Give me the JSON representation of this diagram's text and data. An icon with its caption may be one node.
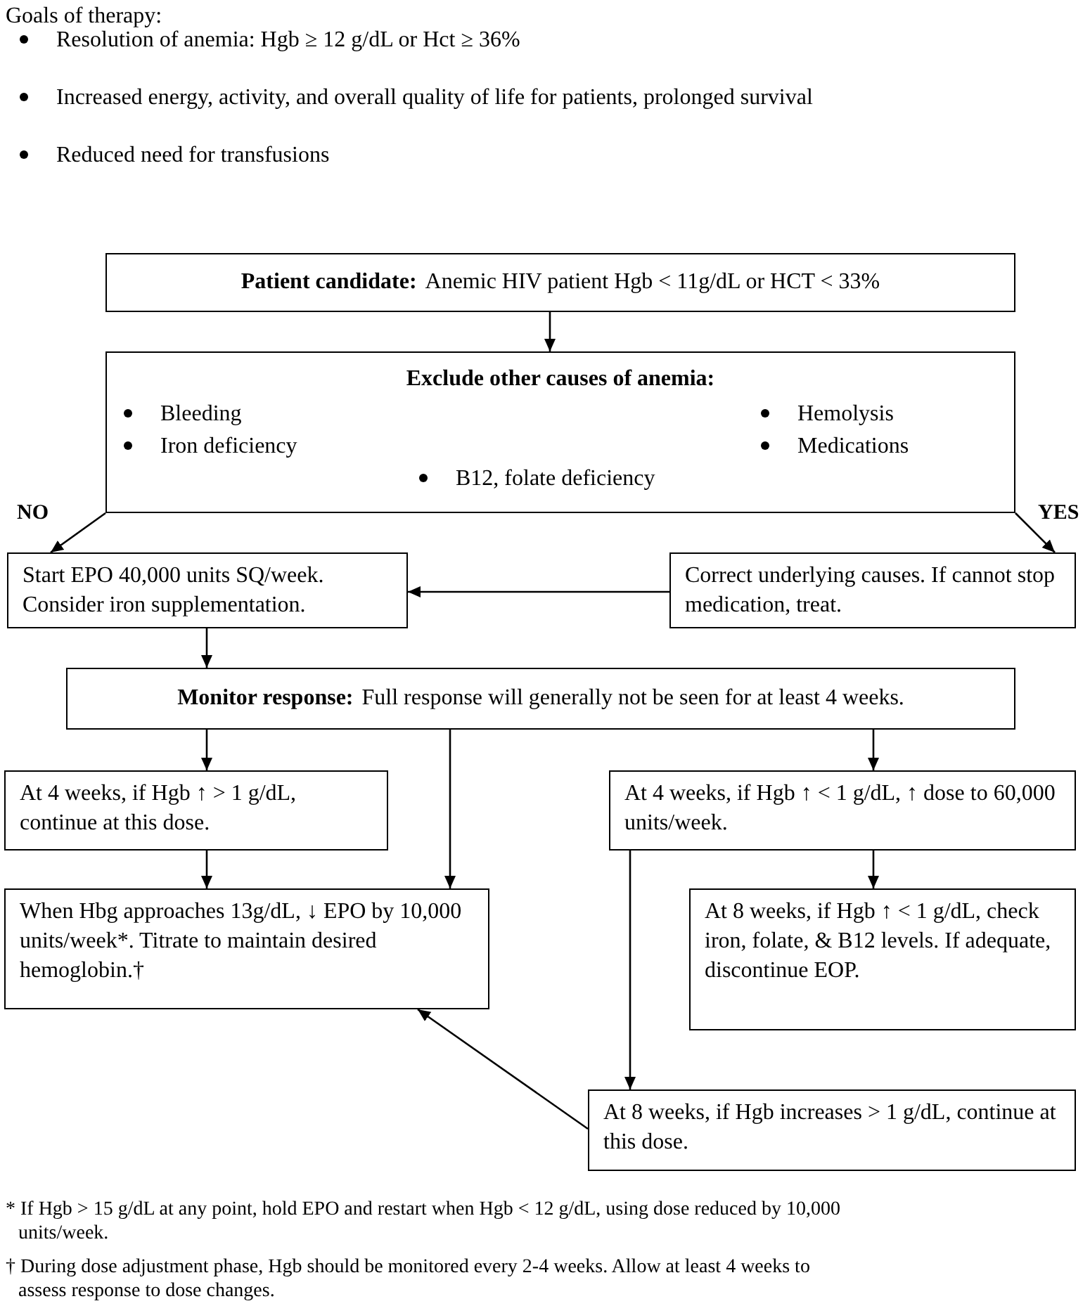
{
  "diagram": {
    "nodes": [
      {
        "text": [
          "Patient candidate:",
          "Anemic HIV patient Hgb < 11g/dL or HCT < 33%"
        ]
      },
      {
        "text": [
          "Exclude other causes of anemia:",
          "Bleeding",
          "Iron deficiency",
          "Hemolysis",
          "Medications",
          "B12, folate deficiency"
        ]
      },
      {
        "text": [
          "Start EPO 40,000 units SQ/week. Consider iron supplementation."
        ]
      },
      {
        "text": [
          "Correct underlying causes. If cannot stop medication, treat."
        ]
      },
      {
        "text": [
          "Monitor response:",
          "Full response will generally not be seen for at least 4 weeks."
        ]
      },
      {
        "text": [
          "At 4 weeks, if Hgb ↑ > 1 g/dL, continue at this dose."
        ]
      },
      {
        "text": [
          "At 4 weeks, if Hgb ↑ < 1 g/dL, ↑ dose to 60,000 units/week."
        ]
      },
      {
        "text": [
          "When Hbg approaches 13g/dL, ↓ EPO by 10,000 units/week*.  Titrate to maintain desired hemoglobin.†"
        ]
      },
      {
        "text": [
          "At 8 weeks, if Hgb ↑ < 1 g/dL, check iron, folate, & B12 levels.  If adequate, discontinue EOP."
        ]
      },
      {
        "text": [
          "At 8 weeks, if Hgb increases > 1 g/dL, continue at this dose."
        ]
      }
    ],
    "edges": [
      {
        "from": 0,
        "to": 1,
        "arrow": "to"
      },
      {
        "from": 1,
        "to": 2,
        "arrow": "to",
        "label": "NO"
      },
      {
        "from": 1,
        "to": 3,
        "arrow": "to",
        "label": "YES"
      },
      {
        "from": 3,
        "to": 2,
        "arrow": "to"
      },
      {
        "from": 2,
        "to": 4,
        "arrow": "to"
      },
      {
        "from": 4,
        "to": 5,
        "arrow": "to"
      },
      {
        "from": 4,
        "to": 7,
        "arrow": "to"
      },
      {
        "from": 4,
        "to": 6,
        "arrow": "to"
      },
      {
        "from": 5,
        "to": 7,
        "arrow": "to"
      },
      {
        "from": 6,
        "to": 8,
        "arrow": "to"
      },
      {
        "from": 6,
        "to": 9,
        "arrow": "to"
      },
      {
        "from": 9,
        "to": 7,
        "arrow": "to"
      }
    ],
    "labels": [
      "Goals of therapy:",
      "Resolution of anemia:  Hgb ≥ 12 g/dL or Hct ≥ 36%",
      "Increased energy, activity, and overall quality of life for patients, prolonged survival",
      "Reduced need for transfusions",
      "* If Hgb > 15 g/dL at any point, hold EPO and restart when Hgb < 12 g/dL, using dose reduced by 10,000 units/week.",
      "† During dose adjustment phase, Hgb should be monitored every 2-4 weeks.  Allow at least 4 weeks to assess response to dose changes."
    ]
  }
}
